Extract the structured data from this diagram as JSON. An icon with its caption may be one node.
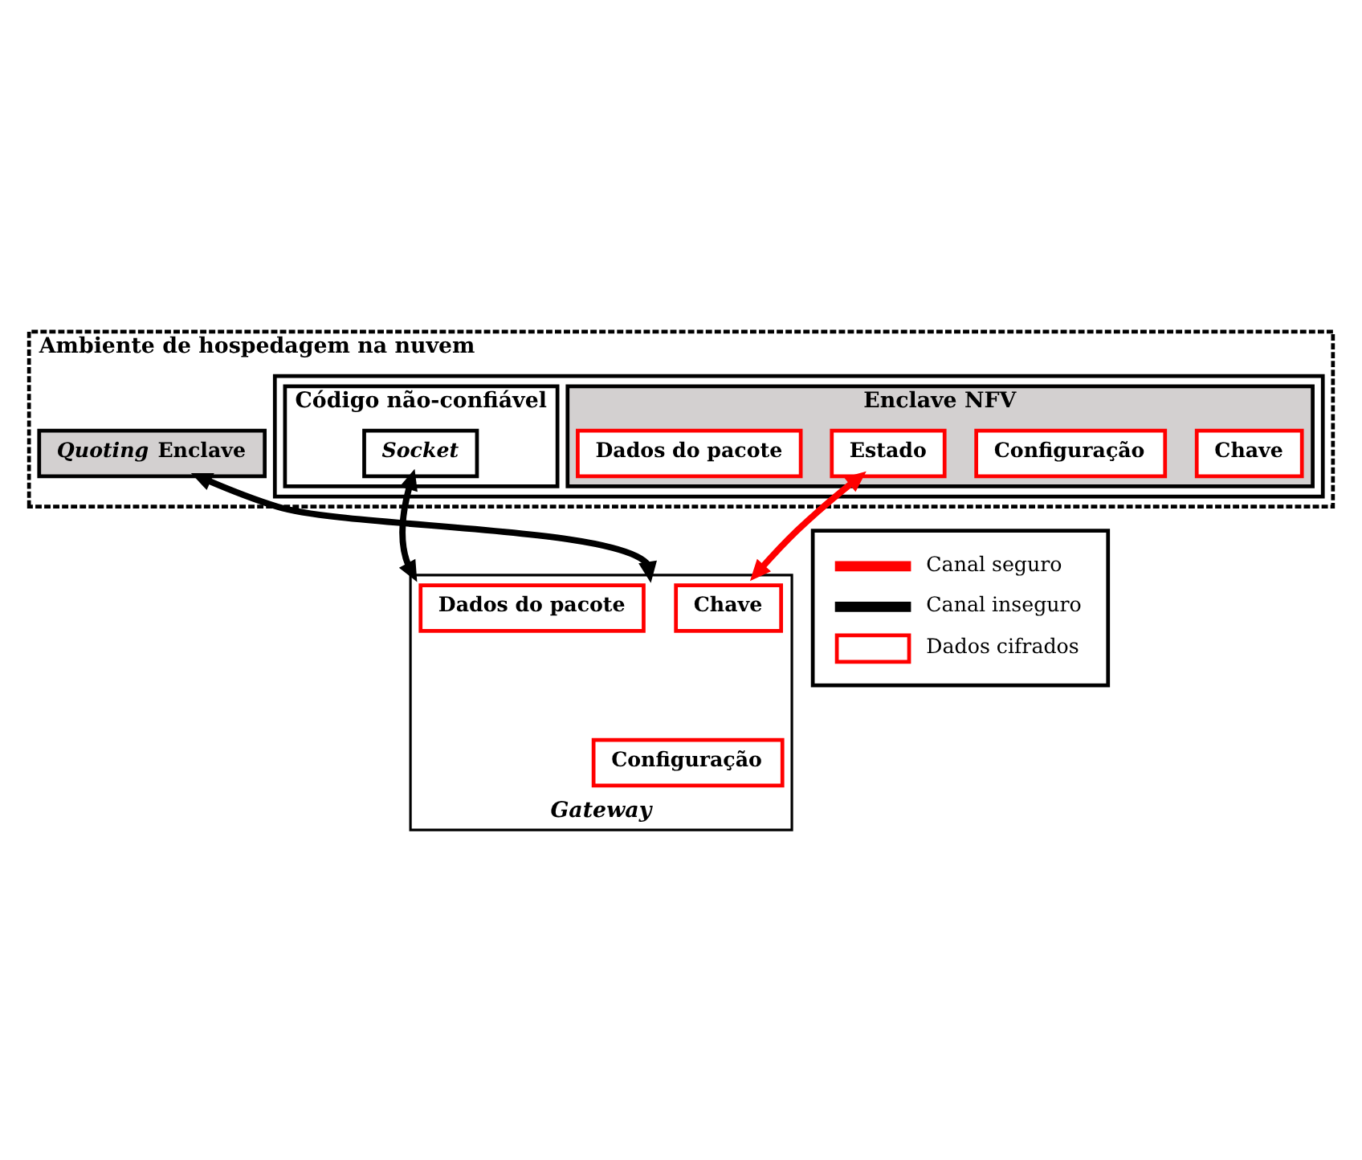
{
  "diagram": {
    "nodes": [
      {
        "text": [
          "Ambiente de hospedagem na nuvem"
        ]
      },
      {
        "text": [],
        "shape": "box",
        "in": 0
      },
      {
        "text": [
          "Enclave NFV"
        ],
        "in": 1
      },
      {
        "text": [
          "Chave"
        ],
        "in": 2
      },
      {
        "text": [
          "Configuração"
        ],
        "in": 2
      },
      {
        "text": [
          "Estado"
        ],
        "in": 2
      },
      {
        "text": [
          "Dados do pacote"
        ],
        "in": 2
      },
      {
        "text": [
          "Código não-confiável"
        ],
        "in": 1
      },
      {
        "text": [
          "*Socket*"
        ],
        "in": 7
      },
      {
        "text": [
          "*Quoting* Enclave"
        ],
        "in": 0
      },
      {
        "text": [
          "*Gateway*"
        ]
      },
      {
        "text": [
          "Chave"
        ],
        "in": 10
      },
      {
        "text": [
          "Configuração"
        ],
        "in": 10
      },
      {
        "text": [
          "Dados do pacote"
        ],
        "in": 10
      }
    ],
    "edges": [
      {
        "from": 5,
        "to": 10,
        "arrow": "both",
        "color": "#ff0000"
      },
      {
        "from": 8,
        "to": 10,
        "arrow": "both"
      },
      {
        "from": 9,
        "to": 10,
        "arrow": "both"
      }
    ],
    "legend": [
      {
        "text": "Canal seguro"
      },
      {
        "text": "Canal inseguro"
      },
      {
        "text": "Dados cifrados"
      }
    ]
  }
}
